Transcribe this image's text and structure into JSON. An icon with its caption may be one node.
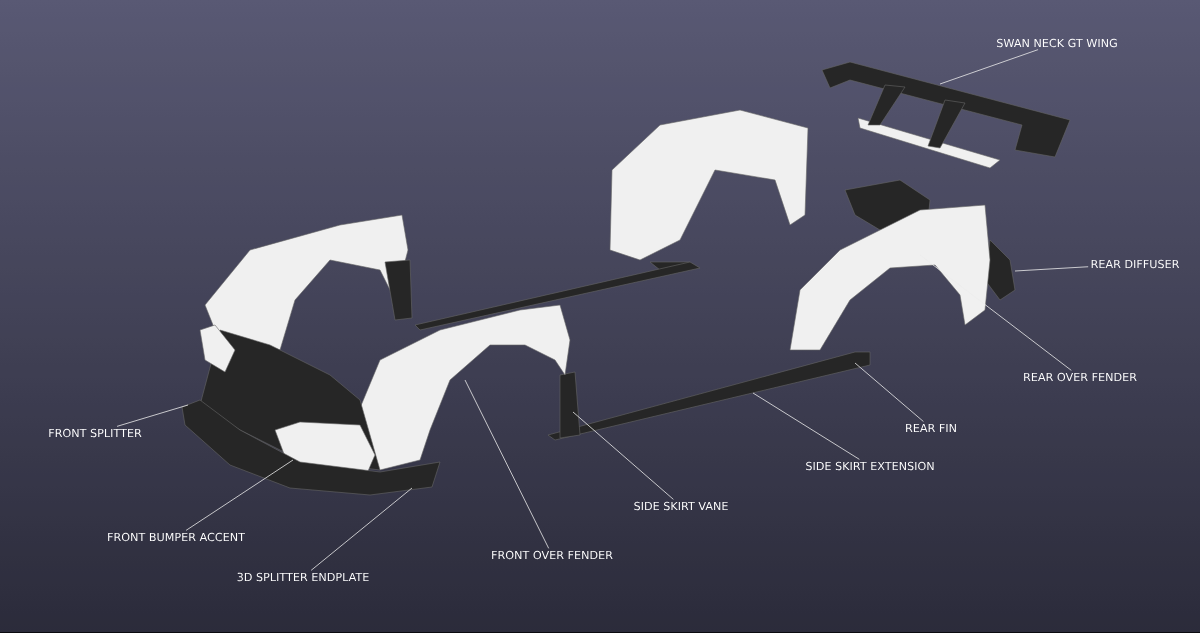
{
  "diagram": {
    "nodes": [
      {
        "text": [
          "SWAN NECK GT WING"
        ]
      },
      {
        "text": [
          "REAR DIFFUSER"
        ]
      },
      {
        "text": [
          "REAR OVER FENDER"
        ]
      },
      {
        "text": [
          "REAR FIN"
        ]
      },
      {
        "text": [
          "SIDE SKIRT EXTENSION"
        ]
      },
      {
        "text": [
          "SIDE SKIRT VANE"
        ]
      },
      {
        "text": [
          "FRONT OVER FENDER"
        ]
      },
      {
        "text": [
          "3D SPLITTER ENDPLATE"
        ]
      },
      {
        "text": [
          "FRONT BUMPER ACCENT"
        ]
      },
      {
        "text": [
          "FRONT SPLITTER"
        ]
      }
    ],
    "edges": [
      {
        "from": 0,
        "to": null,
        "arrow": "none"
      },
      {
        "from": 1,
        "to": null,
        "arrow": "none"
      },
      {
        "from": 2,
        "to": null,
        "arrow": "none"
      },
      {
        "from": 3,
        "to": null,
        "arrow": "none"
      },
      {
        "from": 4,
        "to": null,
        "arrow": "none"
      },
      {
        "from": 5,
        "to": null,
        "arrow": "none"
      },
      {
        "from": 6,
        "to": null,
        "arrow": "none"
      },
      {
        "from": 7,
        "to": null,
        "arrow": "none"
      },
      {
        "from": 8,
        "to": null,
        "arrow": "none"
      },
      {
        "from": 9,
        "to": null,
        "arrow": "none"
      }
    ]
  }
}
